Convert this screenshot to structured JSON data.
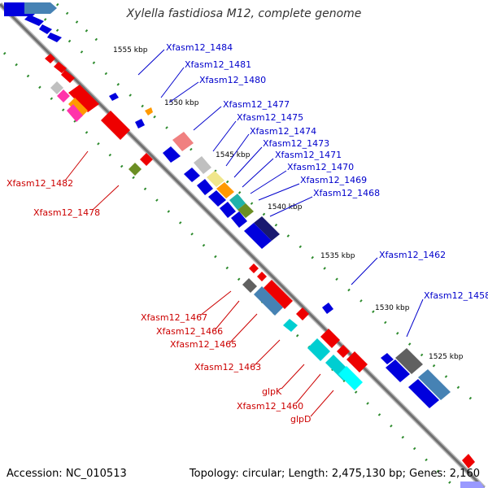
{
  "title": "Xylella fastidiosa M12, complete genome",
  "accession": "Accession: NC_010513",
  "topology": "Topology: circular; Length: 2,475,130 bp; Genes: 2,160",
  "colors": {
    "backbone": "#888888",
    "ticks": "#2e8b2e",
    "forward_label": "#0000cc",
    "reverse_label": "#cc0000"
  },
  "kbp_ticks": [
    "1555 kbp",
    "1550 kbp",
    "1545 kbp",
    "1540 kbp",
    "1535 kbp",
    "1530 kbp",
    "1525 kbp"
  ],
  "forward_labels": [
    "Xfasm12_1484",
    "Xfasm12_1481",
    "Xfasm12_1480",
    "Xfasm12_1477",
    "Xfasm12_1475",
    "Xfasm12_1474",
    "Xfasm12_1473",
    "Xfasm12_1471",
    "Xfasm12_1470",
    "Xfasm12_1469",
    "Xfasm12_1468",
    "Xfasm12_1462",
    "Xfasm12_1458"
  ],
  "reverse_labels": [
    "Xfasm12_1482",
    "Xfasm12_1478",
    "Xfasm12_1467",
    "Xfasm12_1466",
    "Xfasm12_1465",
    "Xfasm12_1463",
    "glpK",
    "Xfasm12_1460",
    "glpD"
  ]
}
